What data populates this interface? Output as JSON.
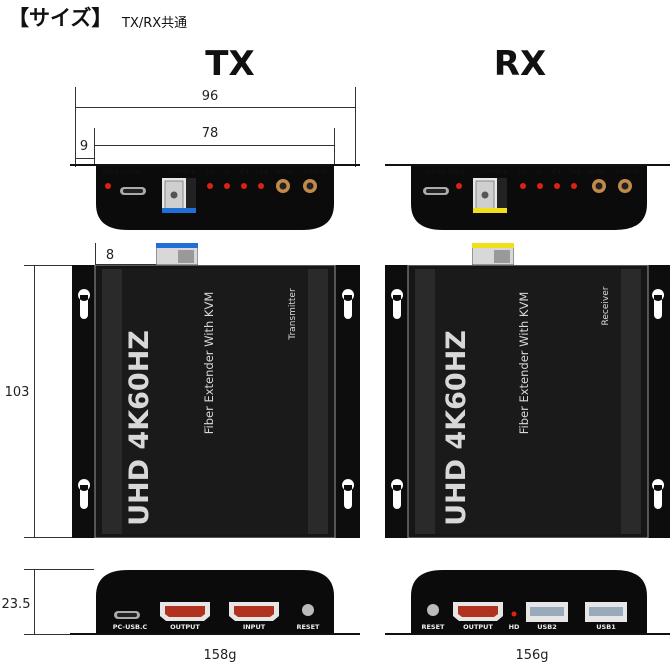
{
  "header": {
    "title": "【サイズ】",
    "subtitle": "TX/RX共通"
  },
  "tx": {
    "title": "TX",
    "dims": {
      "top_width": "96",
      "inner_width": "78",
      "offset": "9",
      "module": "8",
      "height": "103",
      "depth": "23.5"
    },
    "front_labels": [
      "DC5V PWR",
      "Fiber.LC",
      "V1",
      "V",
      "FX",
      "FPL",
      "IR/IN",
      "IR/OUT"
    ],
    "top_texts": {
      "model": "UHD 4K60HZ",
      "desc": "Fiber Extender With KVM",
      "role": "Transmitter"
    },
    "rear_labels": [
      "PC-USB.C",
      "OUTPUT",
      "INPUT",
      "RESET"
    ],
    "weight": "158g",
    "module_color": "#1f6fd6"
  },
  "rx": {
    "title": "RX",
    "front_labels": [
      "PWR DC5V",
      "Fiber.LC",
      "V1",
      "V",
      "FX",
      "FPL",
      "IR/IN",
      "IR/OUT"
    ],
    "top_texts": {
      "model": "UHD 4K60HZ",
      "desc": "Fiber Extender With KVM",
      "role": "Receiver"
    },
    "rear_labels": [
      "RESET",
      "OUTPUT",
      "HD",
      "USB2",
      "USB1"
    ],
    "weight": "156g",
    "module_color": "#f2df1c"
  }
}
